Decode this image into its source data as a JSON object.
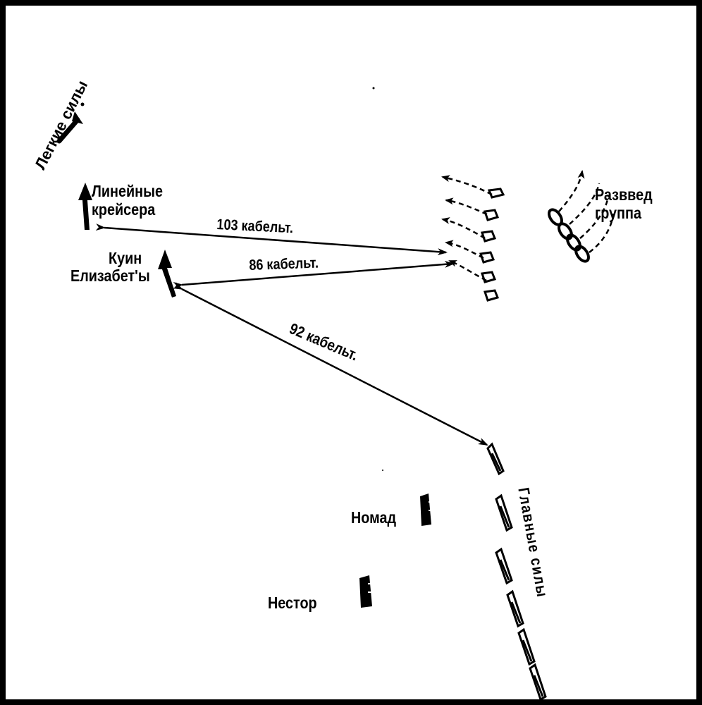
{
  "labels": {
    "light_forces": "Легкие силы",
    "battlecruisers_line1": "Линейные",
    "battlecruisers_line2": "крейсера",
    "queen_line1": "Куин",
    "queen_line2": "Елизабет'ы",
    "range_103": "103 кабельт.",
    "range_86": "86 кабельт.",
    "range_92": "92 кабельт.",
    "scouting_line1": "Разввед",
    "scouting_line2": "группа",
    "nomad": "Номад",
    "nestor": "Нестор",
    "main_forces": "Главные силы"
  },
  "colors": {
    "ink": "#000000",
    "paper": "#ffffff"
  }
}
